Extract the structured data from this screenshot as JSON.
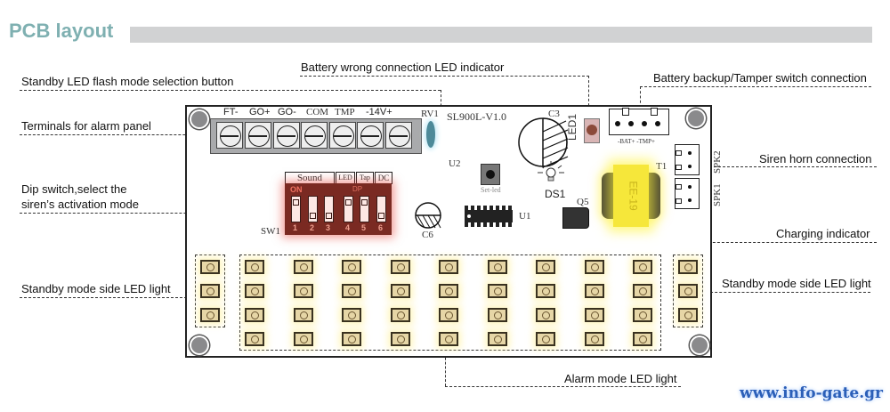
{
  "header": {
    "title": "PCB layout"
  },
  "callouts": {
    "standby_flash_button": "Standby LED flash mode selection button",
    "battery_wrong_led": "Battery wrong connection LED indicator",
    "battery_tamper": "Battery backup/Tamper switch connection",
    "terminals": "Terminals for alarm panel",
    "dip_switch_line1": "Dip switch,select the",
    "dip_switch_line2": "siren’s activation mode",
    "siren_horn": "Siren horn connection",
    "charging": "Charging indicator",
    "standby_side_left": "Standby mode side LED light",
    "standby_side_right": "Standby mode side LED light",
    "alarm_led": "Alarm mode LED light"
  },
  "pcb": {
    "board_name": "SL900L-V1.0",
    "terminals": [
      "FT-",
      "GO+",
      "GO-",
      "COM",
      "TMP",
      "-14V+"
    ],
    "terminal_count": 7,
    "rv1": "RV1",
    "u2": "U2",
    "set_led": "Set-led",
    "c3": "C3",
    "led1": "LED1",
    "bat_tmp": "-BAT+ -TMP+",
    "ds1": "DS1",
    "q5": "Q5",
    "u1": "U1",
    "c6": "C6",
    "t1": "T1",
    "transformer": "EE-19",
    "spk1": "SPK1",
    "spk2": "SPK2",
    "sw1": "SW1",
    "dip": {
      "groups": [
        "Sound",
        "LED",
        "Tap",
        "DC"
      ],
      "on_label": "ON",
      "dp_label": "DP",
      "switches": [
        {
          "num": "1",
          "state": "on"
        },
        {
          "num": "2",
          "state": "off"
        },
        {
          "num": "3",
          "state": "off"
        },
        {
          "num": "4",
          "state": "on"
        },
        {
          "num": "5",
          "state": "on"
        },
        {
          "num": "6",
          "state": "off"
        }
      ]
    },
    "alarm_led_grid": {
      "rows": 4,
      "cols": 9
    },
    "side_led_count": 3
  },
  "watermark": "www.info-gate.gr"
}
